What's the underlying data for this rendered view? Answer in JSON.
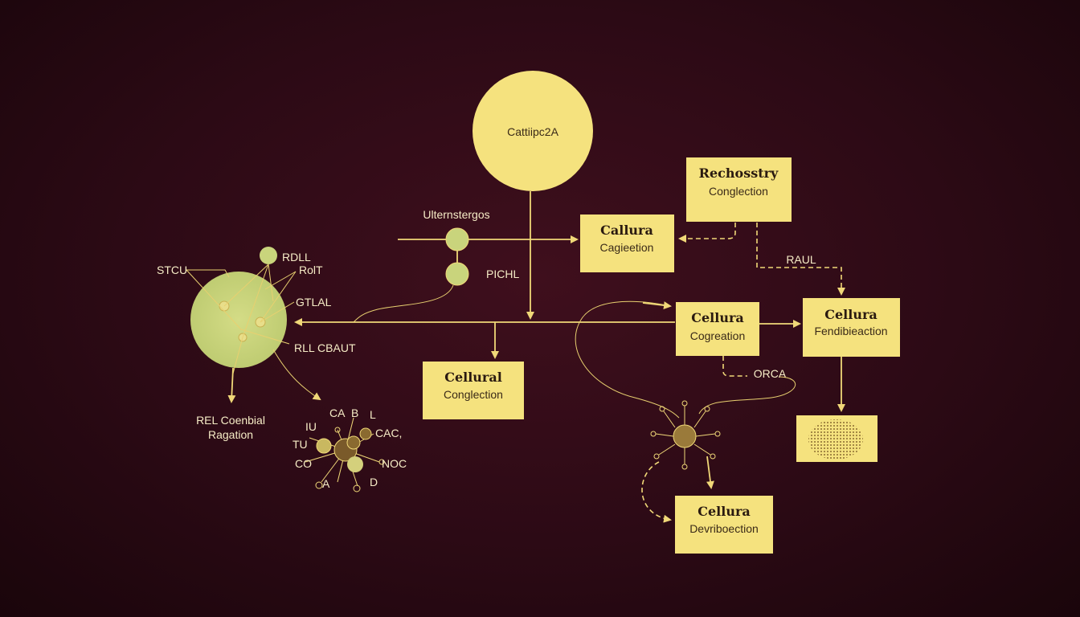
{
  "top_node": {
    "label": "Cattiipc2A"
  },
  "upper_labels": {
    "ulterns": "Ulternstergos",
    "pichl": "PICHL"
  },
  "boxes": {
    "callura": {
      "title": "Callura",
      "subtitle": "Cagieetion"
    },
    "rechosstry": {
      "title": "Rechosstry",
      "subtitle": "Conglection"
    },
    "cellura_cog": {
      "title": "Cellura",
      "subtitle": "Cogreation"
    },
    "cellura_fend": {
      "title": "Cellura",
      "subtitle": "Fendibieaction"
    },
    "cellural": {
      "title": "Cellural",
      "subtitle": "Conglection"
    },
    "cellura_dev": {
      "title": "Cellura",
      "subtitle": "Devriboection"
    }
  },
  "edge_labels": {
    "raul": "RAUL",
    "orca": "ORCA"
  },
  "cell": {
    "labels": {
      "stcu": "STCU",
      "rdll": "RDLL",
      "rolt": "RolT",
      "gtlal": "GTLAL",
      "rllcbaut": "RLL CBAUT"
    },
    "output": {
      "line1": "REL Coenbial",
      "line2": "Ragation"
    }
  },
  "cluster": {
    "labels": [
      "CA",
      "B",
      "L",
      "IU",
      "CAC,",
      "TU",
      "CO",
      "NOC",
      "A",
      "D"
    ]
  },
  "colors": {
    "background": "#2c0a15",
    "accent": "#f5e27e",
    "cell": "#c9d47c"
  }
}
